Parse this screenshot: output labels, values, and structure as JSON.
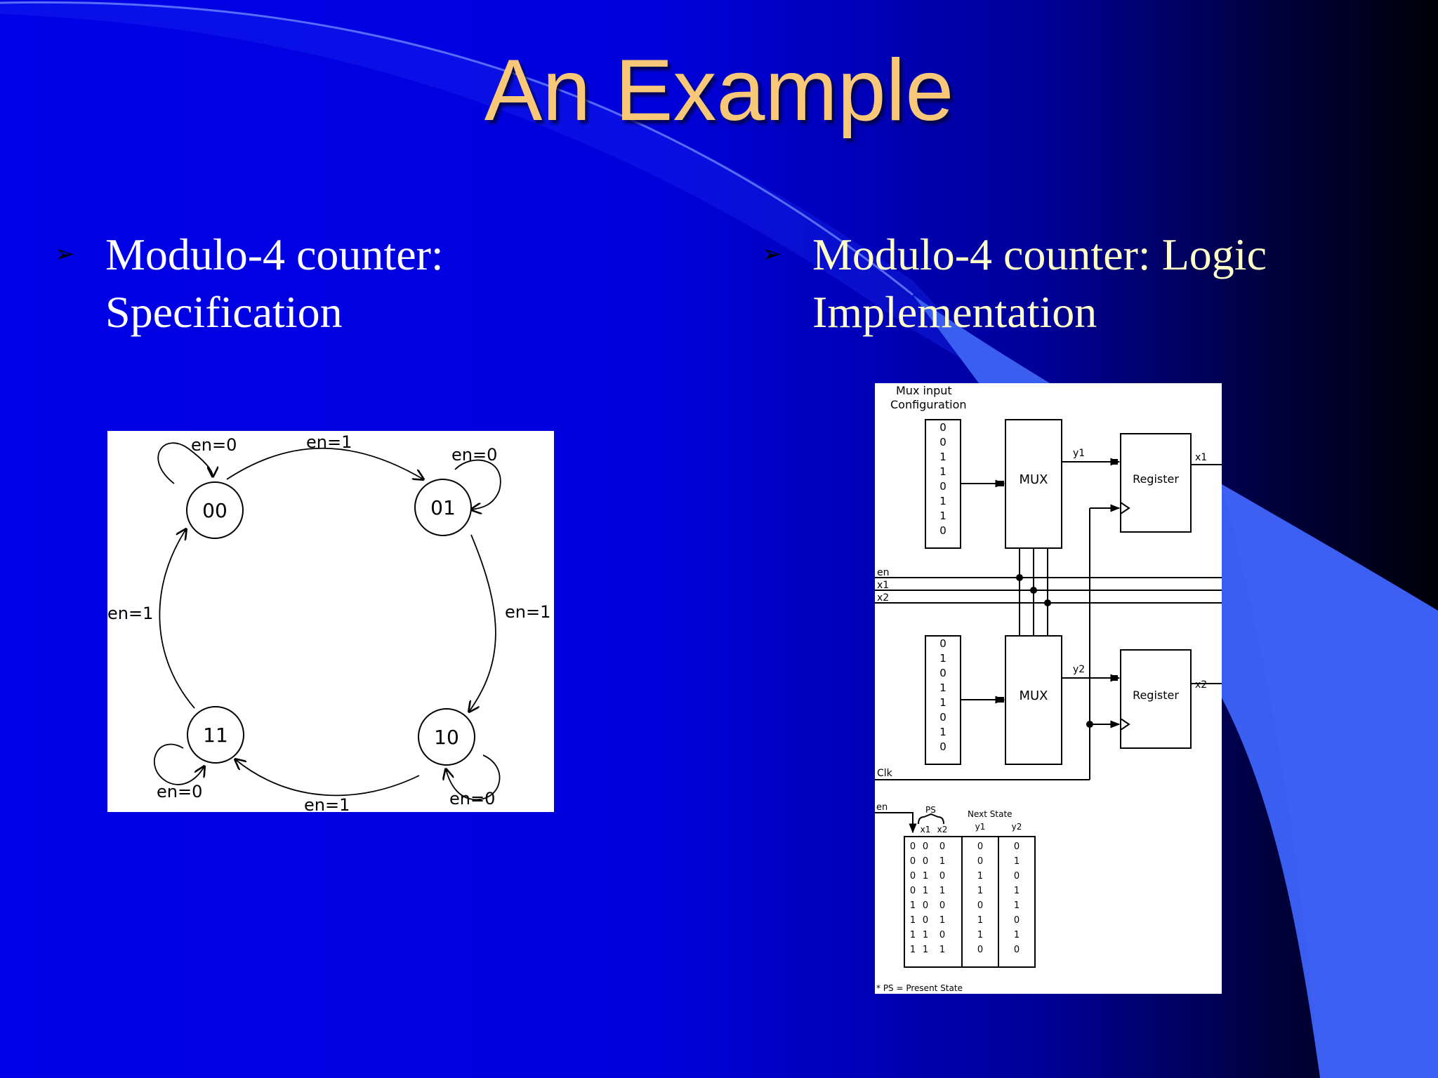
{
  "slide": {
    "title": "An Example",
    "bullets": [
      {
        "marker": "➢",
        "text": "Modulo-4 counter: Specification"
      },
      {
        "marker": "➢",
        "text": "Modulo-4 counter: Logic Implementation"
      }
    ]
  },
  "fsm": {
    "states": [
      "00",
      "01",
      "11",
      "10"
    ],
    "self_loop_label": "en=0",
    "transition_label": "en=1"
  },
  "logic": {
    "config_label_line1": "Mux input",
    "config_label_line2": "Configuration",
    "mux_config_top": [
      "0",
      "0",
      "1",
      "1",
      "0",
      "1",
      "1",
      "0"
    ],
    "mux_config_bottom": [
      "0",
      "1",
      "0",
      "1",
      "1",
      "0",
      "1",
      "0"
    ],
    "mux_label": "MUX",
    "register_label": "Register",
    "y1": "y1",
    "y2": "y2",
    "x1": "x1",
    "x2": "x2",
    "en": "en",
    "clk": "Clk",
    "table": {
      "en_label": "en",
      "ps_label": "PS",
      "next_label": "Next State",
      "col_x1": "x1",
      "col_x2": "x2",
      "col_y1": "y1",
      "col_y2": "y2",
      "rows": [
        [
          "0",
          "0",
          "0",
          "0",
          "0"
        ],
        [
          "0",
          "0",
          "1",
          "0",
          "1"
        ],
        [
          "0",
          "1",
          "0",
          "1",
          "0"
        ],
        [
          "0",
          "1",
          "1",
          "1",
          "1"
        ],
        [
          "1",
          "0",
          "0",
          "0",
          "1"
        ],
        [
          "1",
          "0",
          "1",
          "1",
          "0"
        ],
        [
          "1",
          "1",
          "0",
          "1",
          "1"
        ],
        [
          "1",
          "1",
          "1",
          "0",
          "0"
        ]
      ]
    },
    "footnote": "* PS = Present State"
  },
  "colors": {
    "title": "#f8c878",
    "bg_blue": "#0000e0",
    "accent": "#3a5ef0"
  }
}
